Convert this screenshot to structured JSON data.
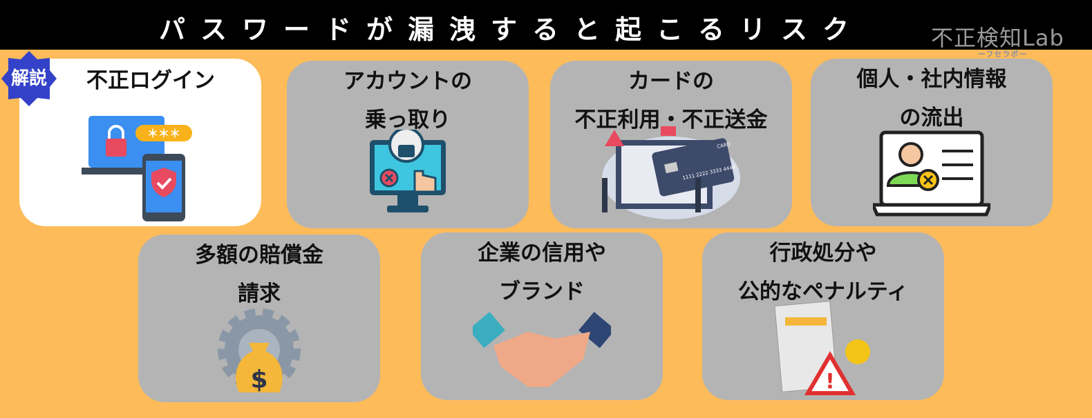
{
  "header": {
    "title": "パスワードが漏洩すると起こるリスク",
    "logo": "不正検知Lab",
    "logo_sub": "ーフセラボー"
  },
  "badge": "解説",
  "cards": [
    {
      "label": "不正ログイン"
    },
    {
      "label": "アカウントの\n乗っ取り"
    },
    {
      "label": "カードの\n不正利用・不正送金"
    },
    {
      "label": "個人・社内情報\nの流出"
    },
    {
      "label": "多額の賠償金\n請求"
    },
    {
      "label": "企業の信用や\nブランド"
    },
    {
      "label": "行政処分や\n公的なペナルティ"
    }
  ],
  "card_icon_text": {
    "password": "＊＊＊",
    "card": "CARD",
    "card_number": "1111 2222 3333 4444"
  },
  "colors": {
    "background": "#FDBB5A",
    "card": "#B4B4B4",
    "active_card": "#FFFFFF",
    "badge": "#3342C8"
  }
}
